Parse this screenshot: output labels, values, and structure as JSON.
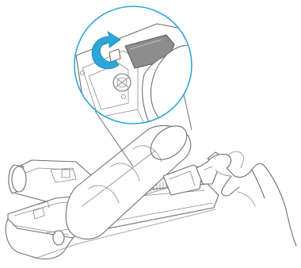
{
  "figure": {
    "parts": [
      {
        "name": "floor-head-body"
      },
      {
        "name": "roller-brush"
      },
      {
        "name": "brush-cover-latch"
      },
      {
        "name": "hand"
      },
      {
        "name": "detail-callout"
      },
      {
        "name": "rotate-arrow-icon"
      }
    ],
    "colors": {
      "line": "#6f6f6f",
      "arrow": "#2aa8d8",
      "callout_ring": "#2aa8d8",
      "shadow": "#d8d8d8"
    }
  }
}
